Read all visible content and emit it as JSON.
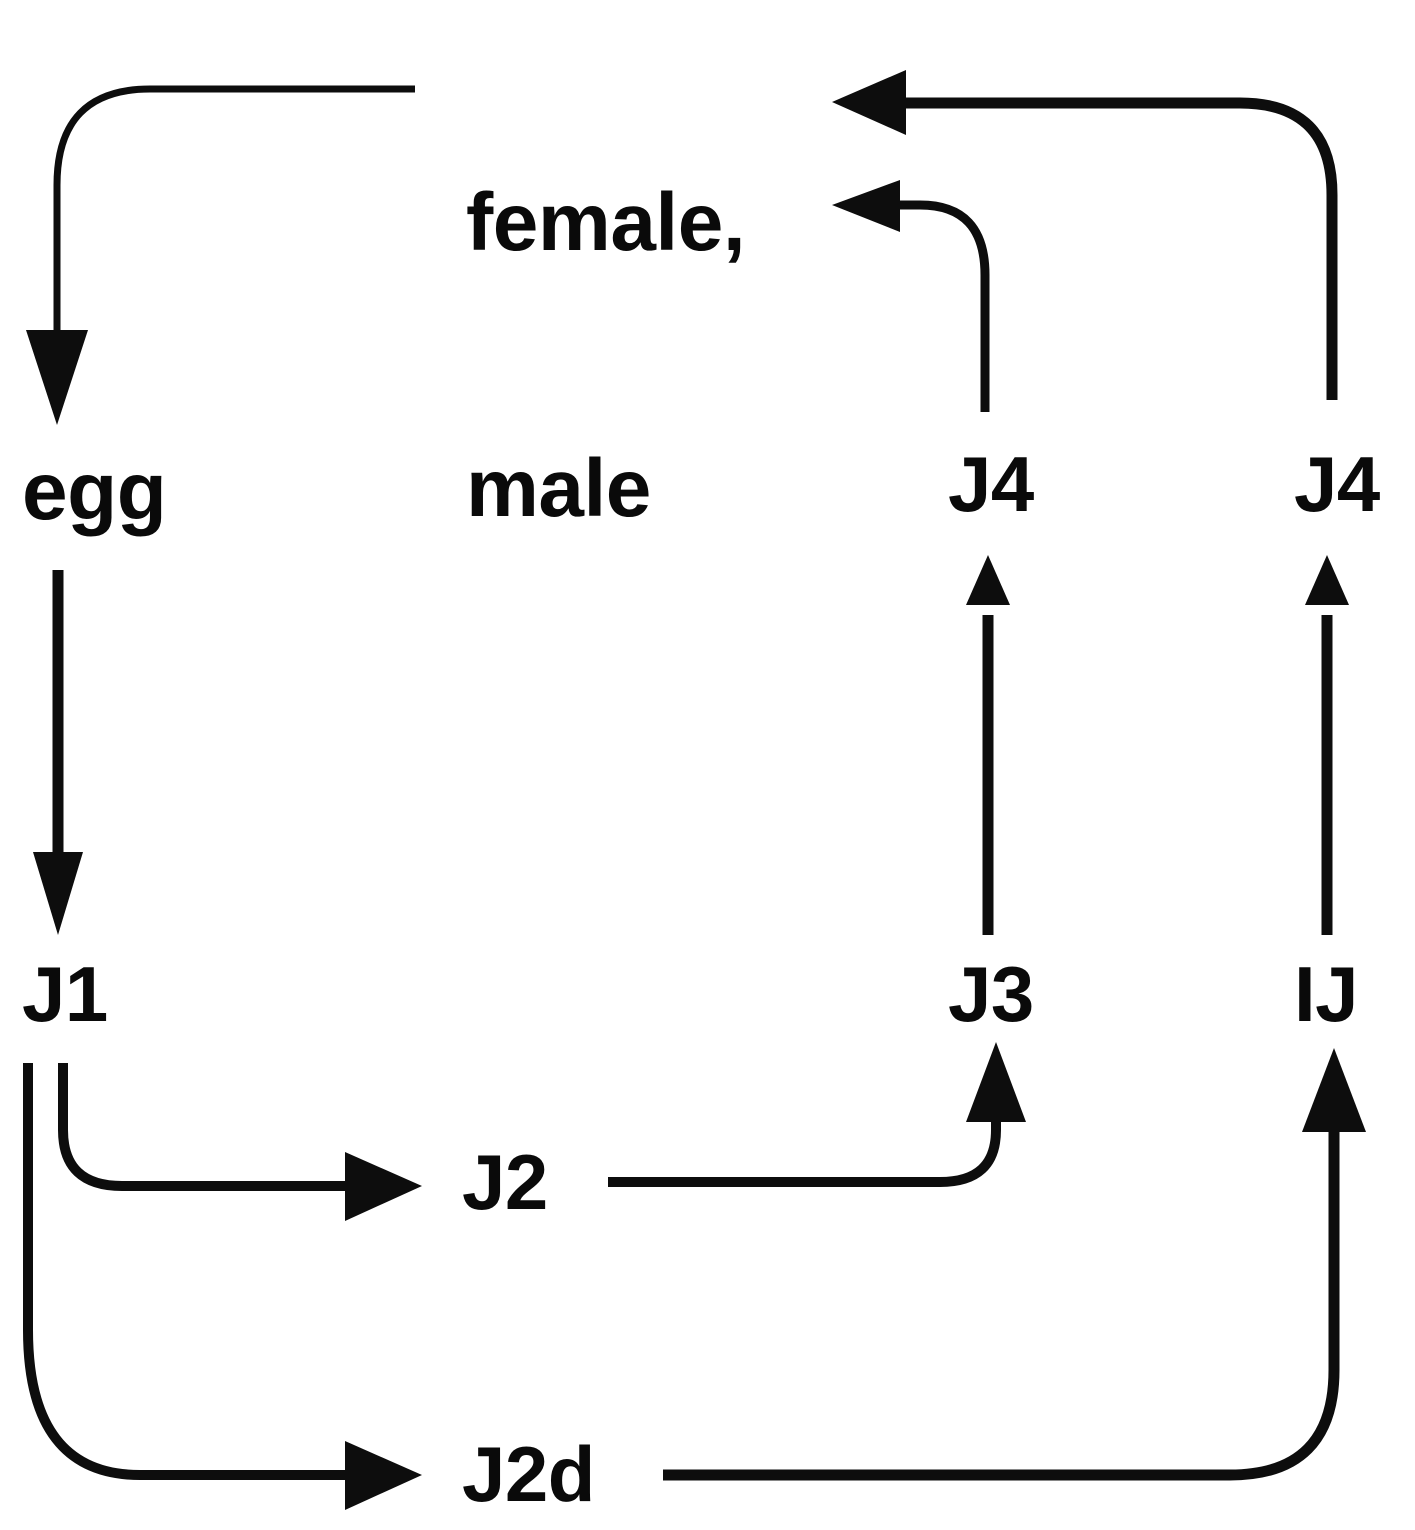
{
  "diagram": {
    "title": "Nematode life cycle flow diagram",
    "background_color": "#ffffff",
    "stroke_color": "#0d0d0d",
    "text_color": "#0a0a0a",
    "nodes": {
      "adult_line1": "female,",
      "adult_line2": "male",
      "egg": "egg",
      "j1": "J1",
      "j2": "J2",
      "j2d": "J2d",
      "j3": "J3",
      "ij": "IJ",
      "j4_left": "J4",
      "j4_right": "J4"
    },
    "edges": [
      {
        "id": "adult-to-egg",
        "from": "female, male",
        "to": "egg",
        "style": "curved-elbow",
        "direction": "down",
        "arrowhead": "large-down"
      },
      {
        "id": "egg-to-j1",
        "from": "egg",
        "to": "J1",
        "style": "straight",
        "direction": "down",
        "arrowhead": "down"
      },
      {
        "id": "j1-to-j2",
        "from": "J1",
        "to": "J2",
        "style": "curved-elbow",
        "direction": "right",
        "arrowhead": "right"
      },
      {
        "id": "j1-to-j2d",
        "from": "J1",
        "to": "J2d",
        "style": "curved-elbow",
        "direction": "right",
        "arrowhead": "right"
      },
      {
        "id": "j2-to-j3",
        "from": "J2",
        "to": "J3",
        "style": "curved-elbow",
        "direction": "up",
        "arrowhead": "up"
      },
      {
        "id": "j2d-to-ij",
        "from": "J2d",
        "to": "IJ",
        "style": "curved-elbow",
        "direction": "up",
        "arrowhead": "up"
      },
      {
        "id": "j3-to-j4",
        "from": "J3",
        "to": "J4",
        "style": "straight",
        "direction": "up",
        "arrowhead": "up"
      },
      {
        "id": "ij-to-j4",
        "from": "IJ",
        "to": "J4",
        "style": "straight",
        "direction": "up",
        "arrowhead": "up"
      },
      {
        "id": "j4l-to-adult",
        "from": "J4",
        "to": "female, male",
        "style": "curved-elbow",
        "direction": "left",
        "arrowhead": "left"
      },
      {
        "id": "j4r-to-adult",
        "from": "J4",
        "to": "female, male",
        "style": "curved-elbow",
        "direction": "left",
        "arrowhead": "left"
      }
    ]
  }
}
